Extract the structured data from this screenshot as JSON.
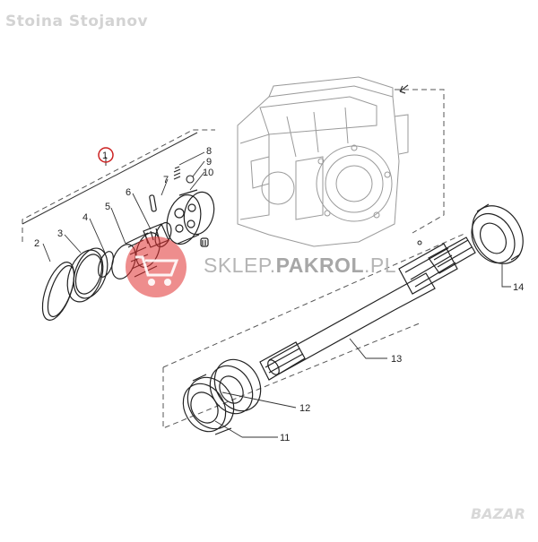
{
  "watermark": {
    "author": "Stoina Stojanov",
    "site_left": "SKLEP.",
    "site_bold": "PAKROL",
    "site_right": ".PL",
    "marketplace": "BAZAR"
  },
  "callouts": [
    {
      "id": "1",
      "label": "1"
    },
    {
      "id": "2",
      "label": "2"
    },
    {
      "id": "3",
      "label": "3"
    },
    {
      "id": "4",
      "label": "4"
    },
    {
      "id": "5",
      "label": "5"
    },
    {
      "id": "6",
      "label": "6"
    },
    {
      "id": "7",
      "label": "7"
    },
    {
      "id": "8",
      "label": "8"
    },
    {
      "id": "9",
      "label": "9"
    },
    {
      "id": "10",
      "label": "10"
    },
    {
      "id": "11",
      "label": "11"
    },
    {
      "id": "12",
      "label": "12"
    },
    {
      "id": "13",
      "label": "13"
    },
    {
      "id": "14",
      "label": "14"
    }
  ],
  "colors": {
    "line": "#333333",
    "dash": "#555555",
    "highlight": "#cc2222",
    "logo": "#e03030"
  }
}
